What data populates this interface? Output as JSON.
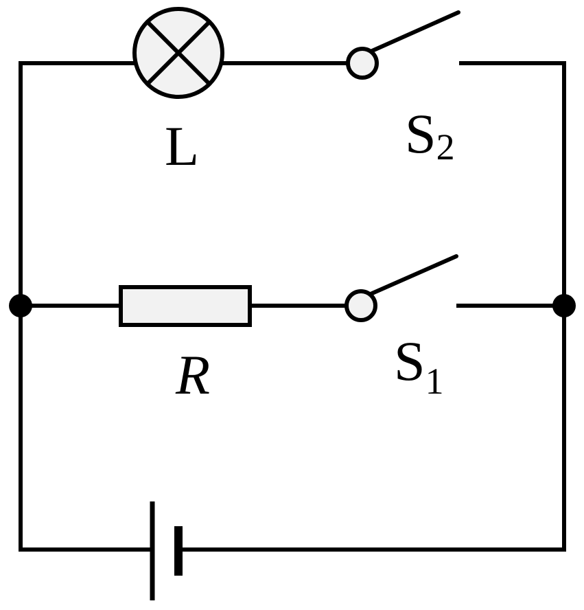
{
  "labels": {
    "lamp": "L",
    "resistor": "R",
    "switch_top_letter": "S",
    "switch_top_sub": "2",
    "switch_bottom_letter": "S",
    "switch_bottom_sub": "1"
  },
  "colors": {
    "line": "#000000",
    "component_fill": "#f2f2f2",
    "background": "#ffffff"
  }
}
